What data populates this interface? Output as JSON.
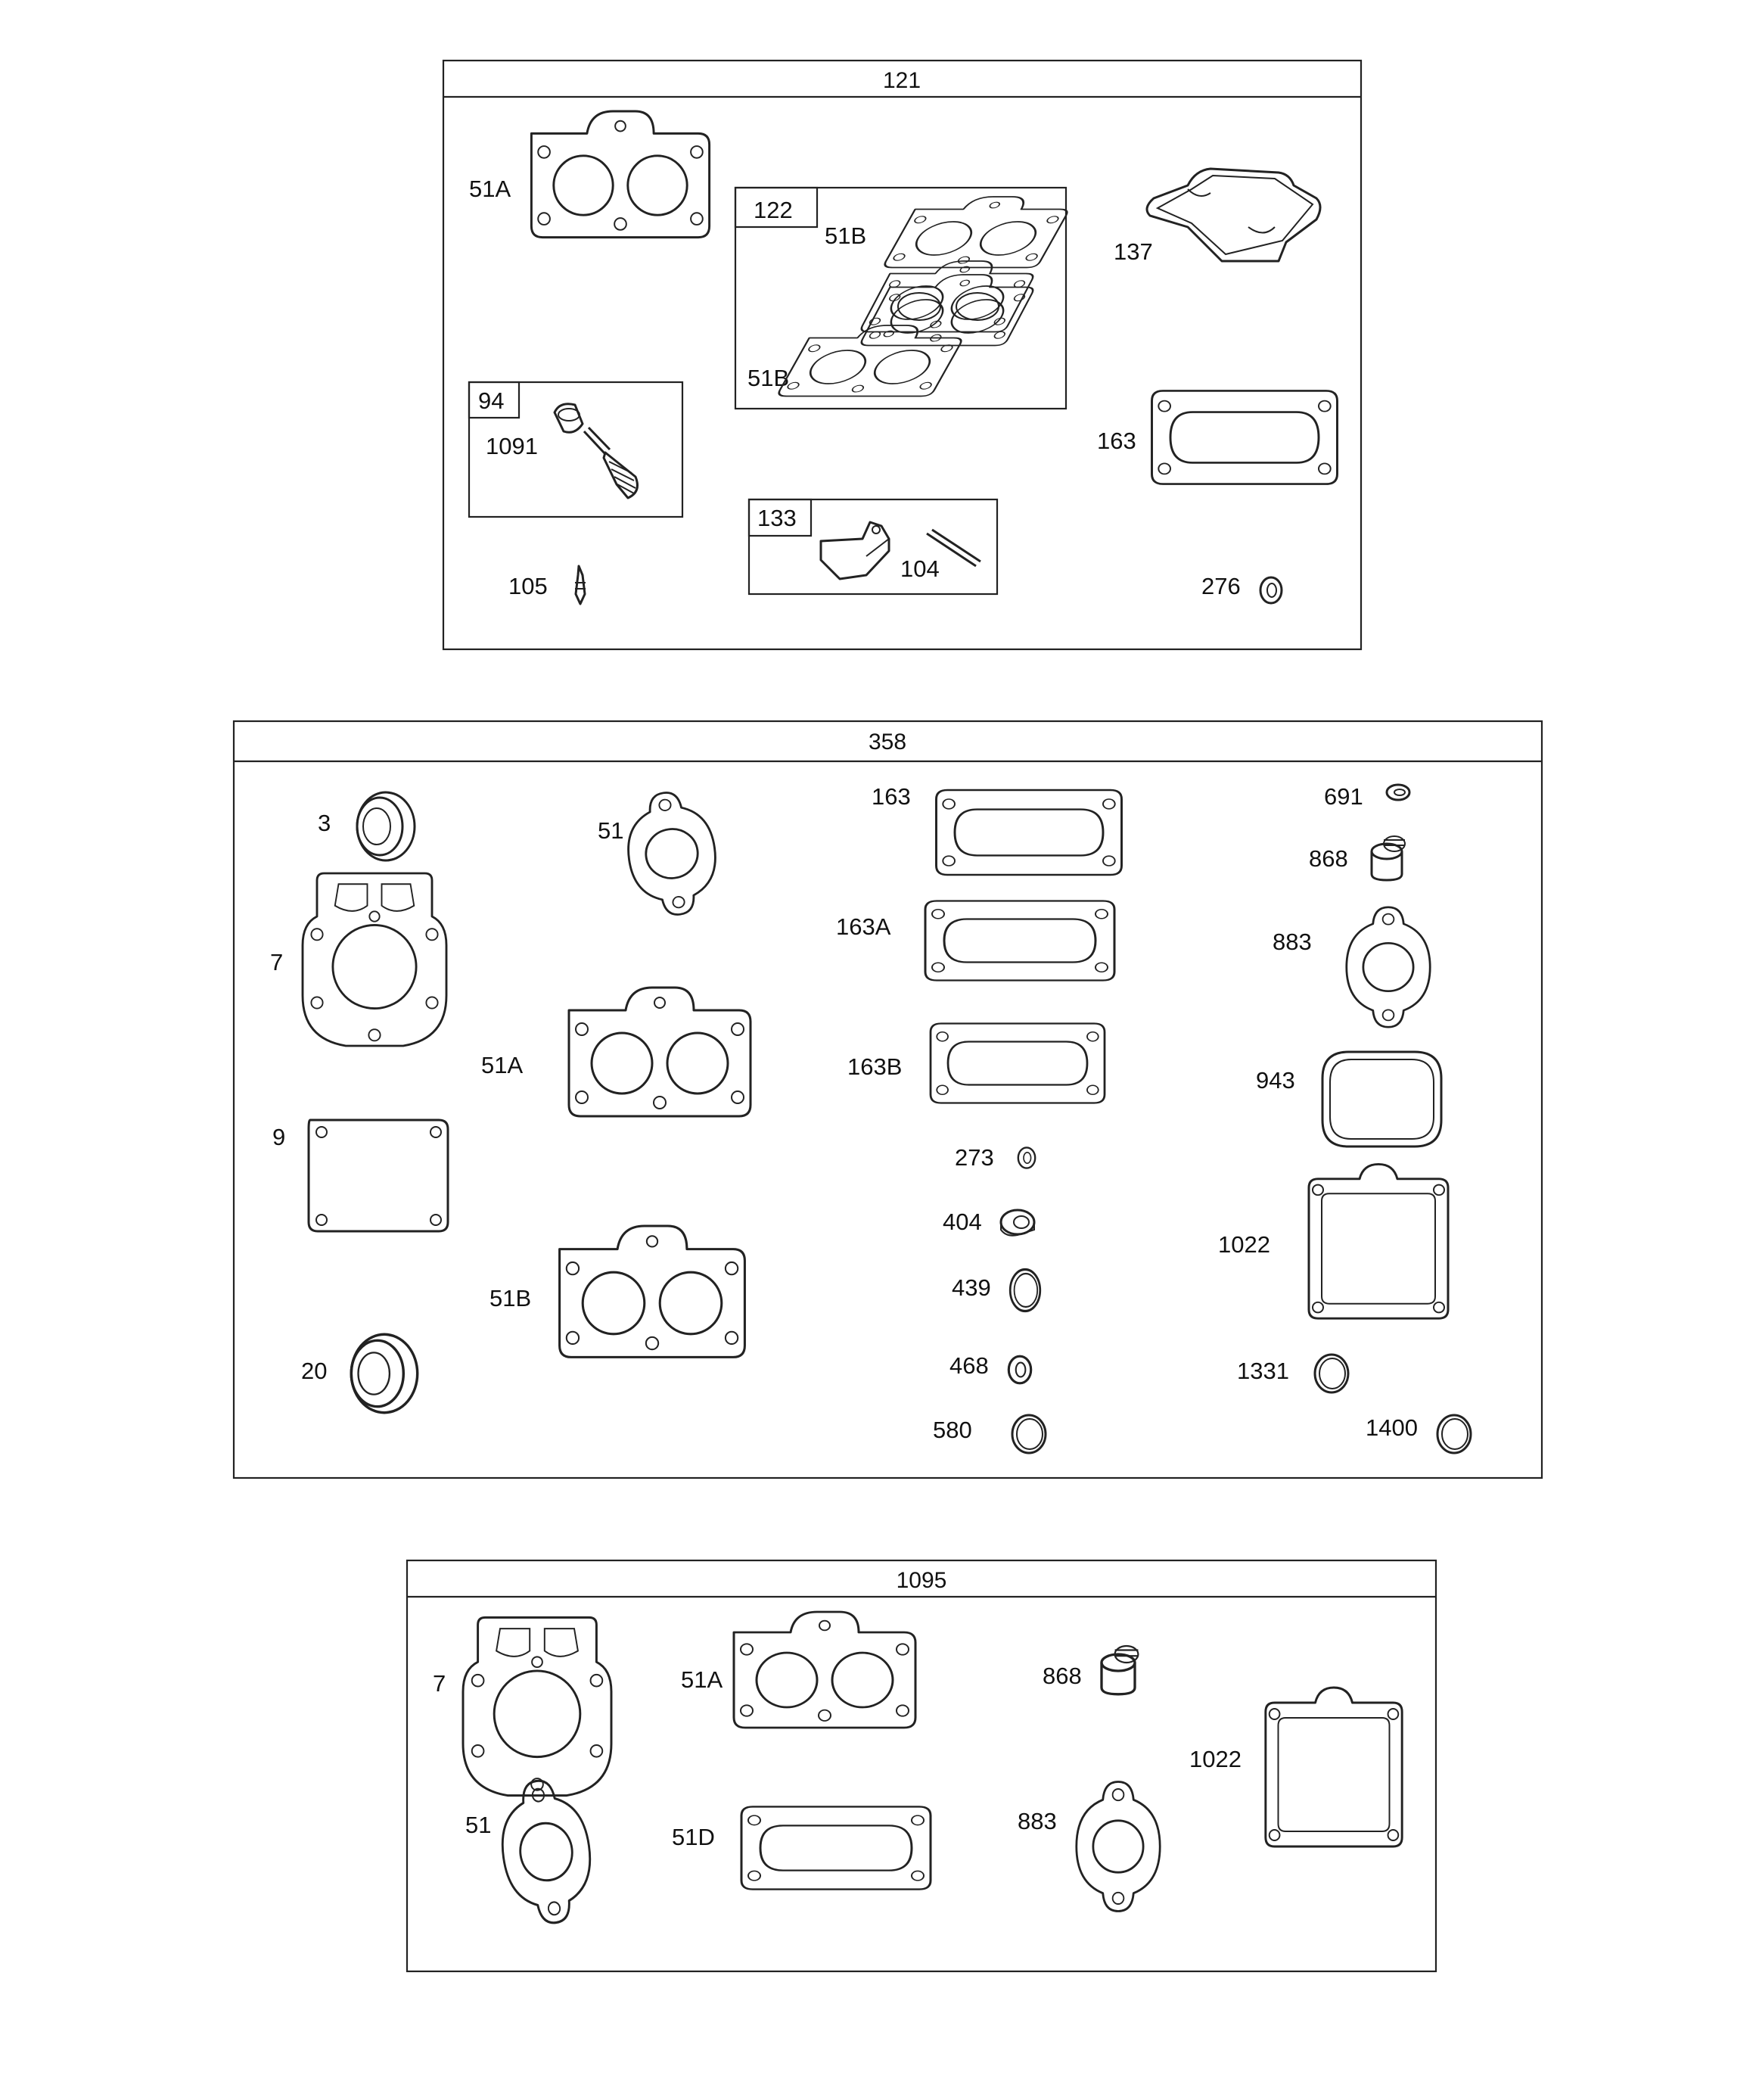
{
  "kits": [
    {
      "id": "121",
      "title": "121",
      "labels": [
        "51A",
        "137",
        "51B",
        "51B",
        "1091",
        "163",
        "104",
        "105",
        "276"
      ],
      "subkits": [
        {
          "id": "122",
          "title": "122"
        },
        {
          "id": "94",
          "title": "94"
        },
        {
          "id": "133",
          "title": "133"
        }
      ]
    },
    {
      "id": "358",
      "title": "358",
      "labels": [
        "3",
        "51",
        "163",
        "691",
        "868",
        "7",
        "163A",
        "883",
        "51A",
        "163B",
        "943",
        "9",
        "273",
        "404",
        "1022",
        "439",
        "51B",
        "468",
        "20",
        "1331",
        "580",
        "1400"
      ]
    },
    {
      "id": "1095",
      "title": "1095",
      "labels": [
        "7",
        "51A",
        "868",
        "1022",
        "51",
        "51D",
        "883"
      ]
    }
  ],
  "colors": {
    "line": "#222222",
    "background": "#ffffff"
  }
}
